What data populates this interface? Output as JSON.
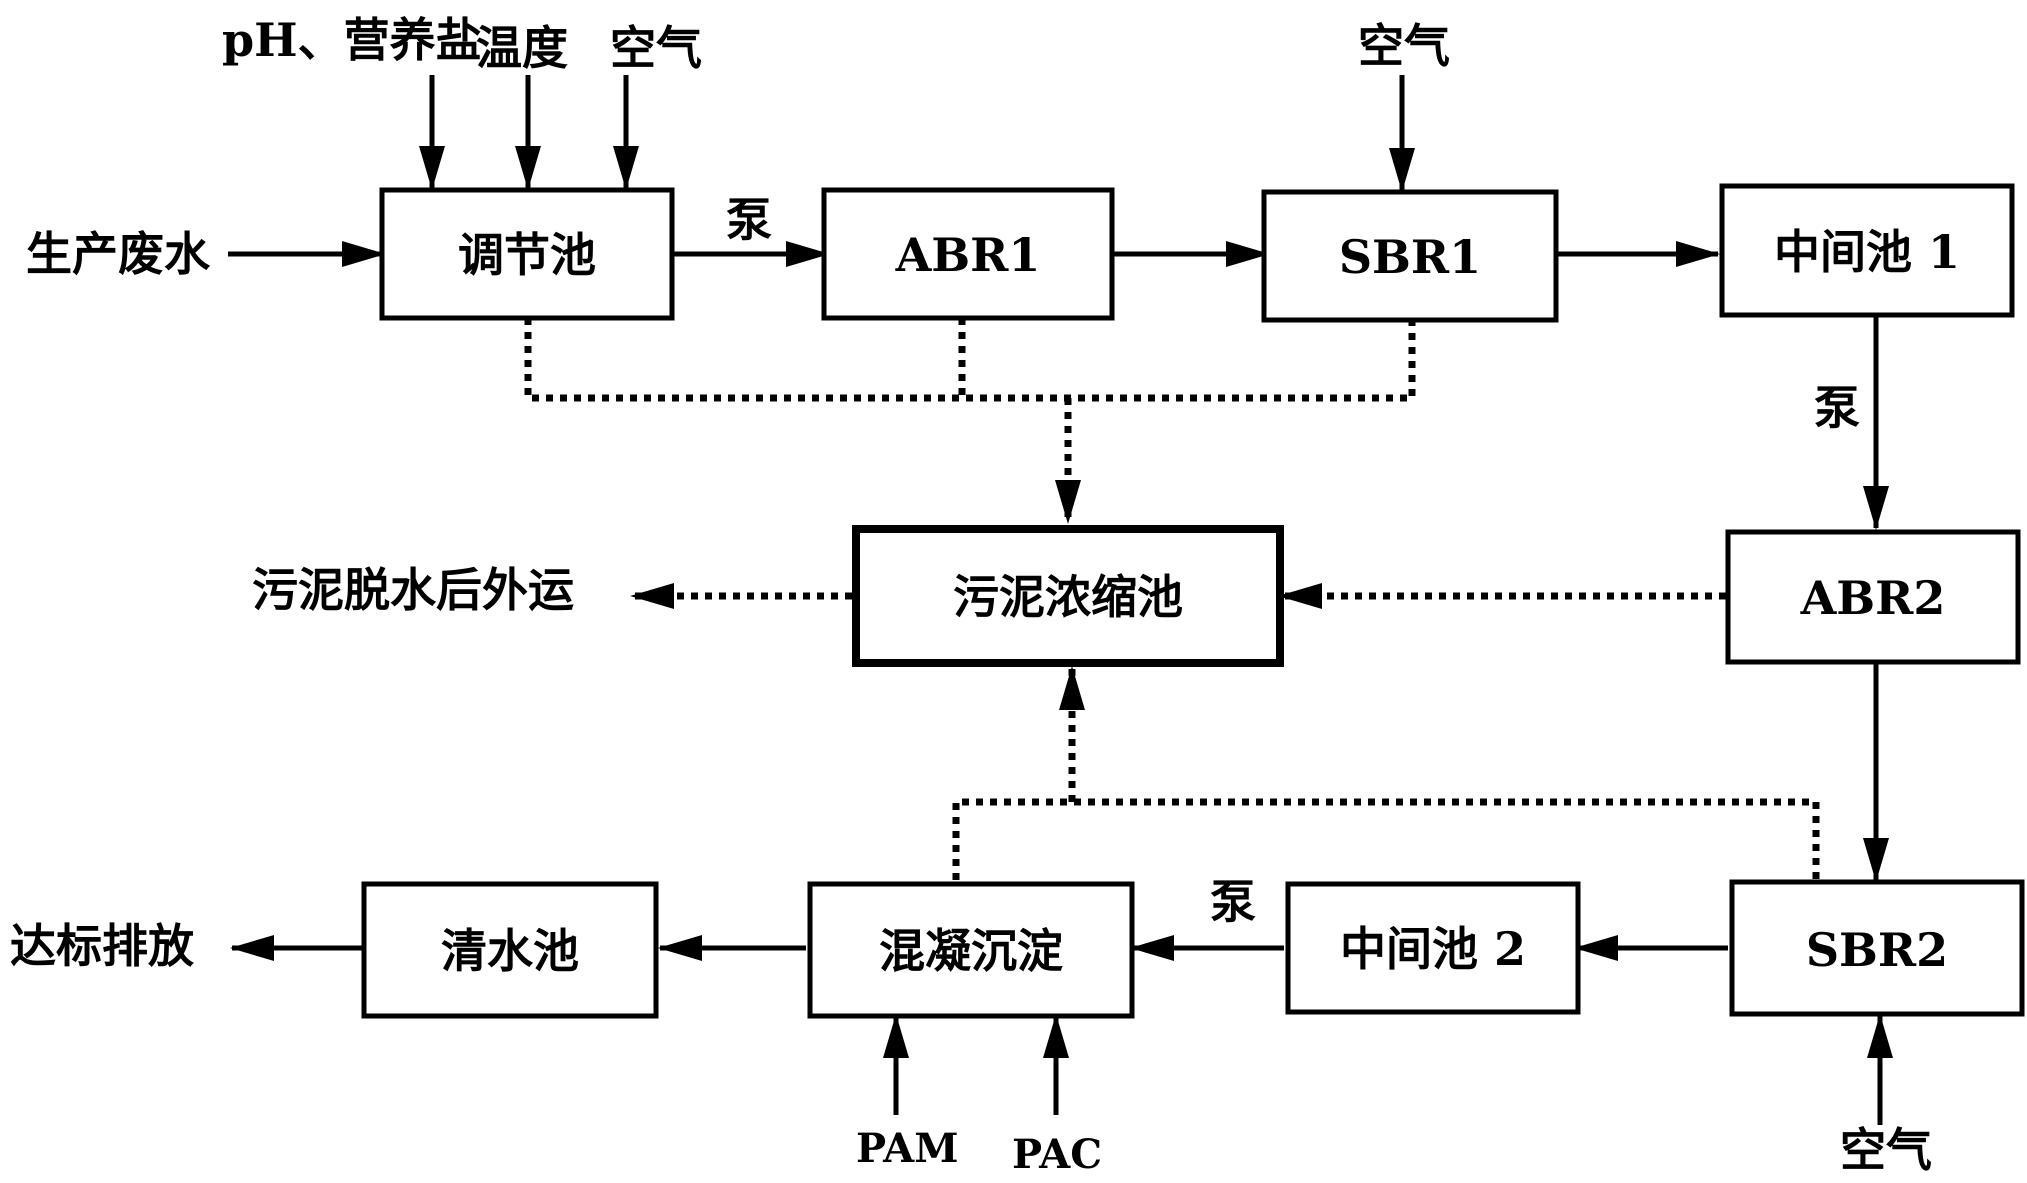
{
  "nodes": {
    "tiaojiechi": "调节池",
    "abr1": "ABR1",
    "sbr1": "SBR1",
    "zhongjianchi1": "中间池 1",
    "abr2": "ABR2",
    "sbr2": "SBR2",
    "zhongjianchi2": "中间池 2",
    "hunning": "混凝沉淀",
    "qingshuichi": "清水池",
    "wunichi": "污泥浓缩池"
  },
  "labels": {
    "ph_nutrients": "pH、营养盐",
    "temperature": "温度",
    "air": "空气",
    "wastewater_in": "生产废水",
    "pump": "泵",
    "sludge_out": "污泥脱水后外运",
    "discharge": "达标排放",
    "pam": "PAM",
    "pac": "PAC"
  },
  "colors": {
    "line": "#000000",
    "box_fill": "#ffffff"
  }
}
